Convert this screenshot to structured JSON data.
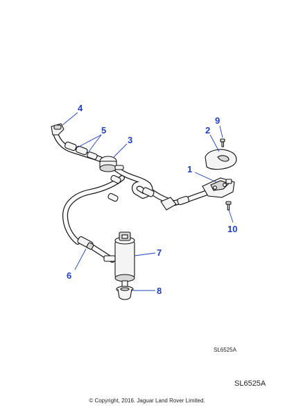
{
  "drawing_ref_small": "SL6525A",
  "drawing_ref_footer": "SL6525A",
  "copyright": "© Copyright, 2016. Jaguar Land Rover Limited.",
  "callouts": {
    "c1": "1",
    "c2": "2",
    "c3": "3",
    "c4": "4",
    "c5": "5",
    "c6": "6",
    "c7": "7",
    "c8": "8",
    "c9": "9",
    "c10": "10"
  }
}
